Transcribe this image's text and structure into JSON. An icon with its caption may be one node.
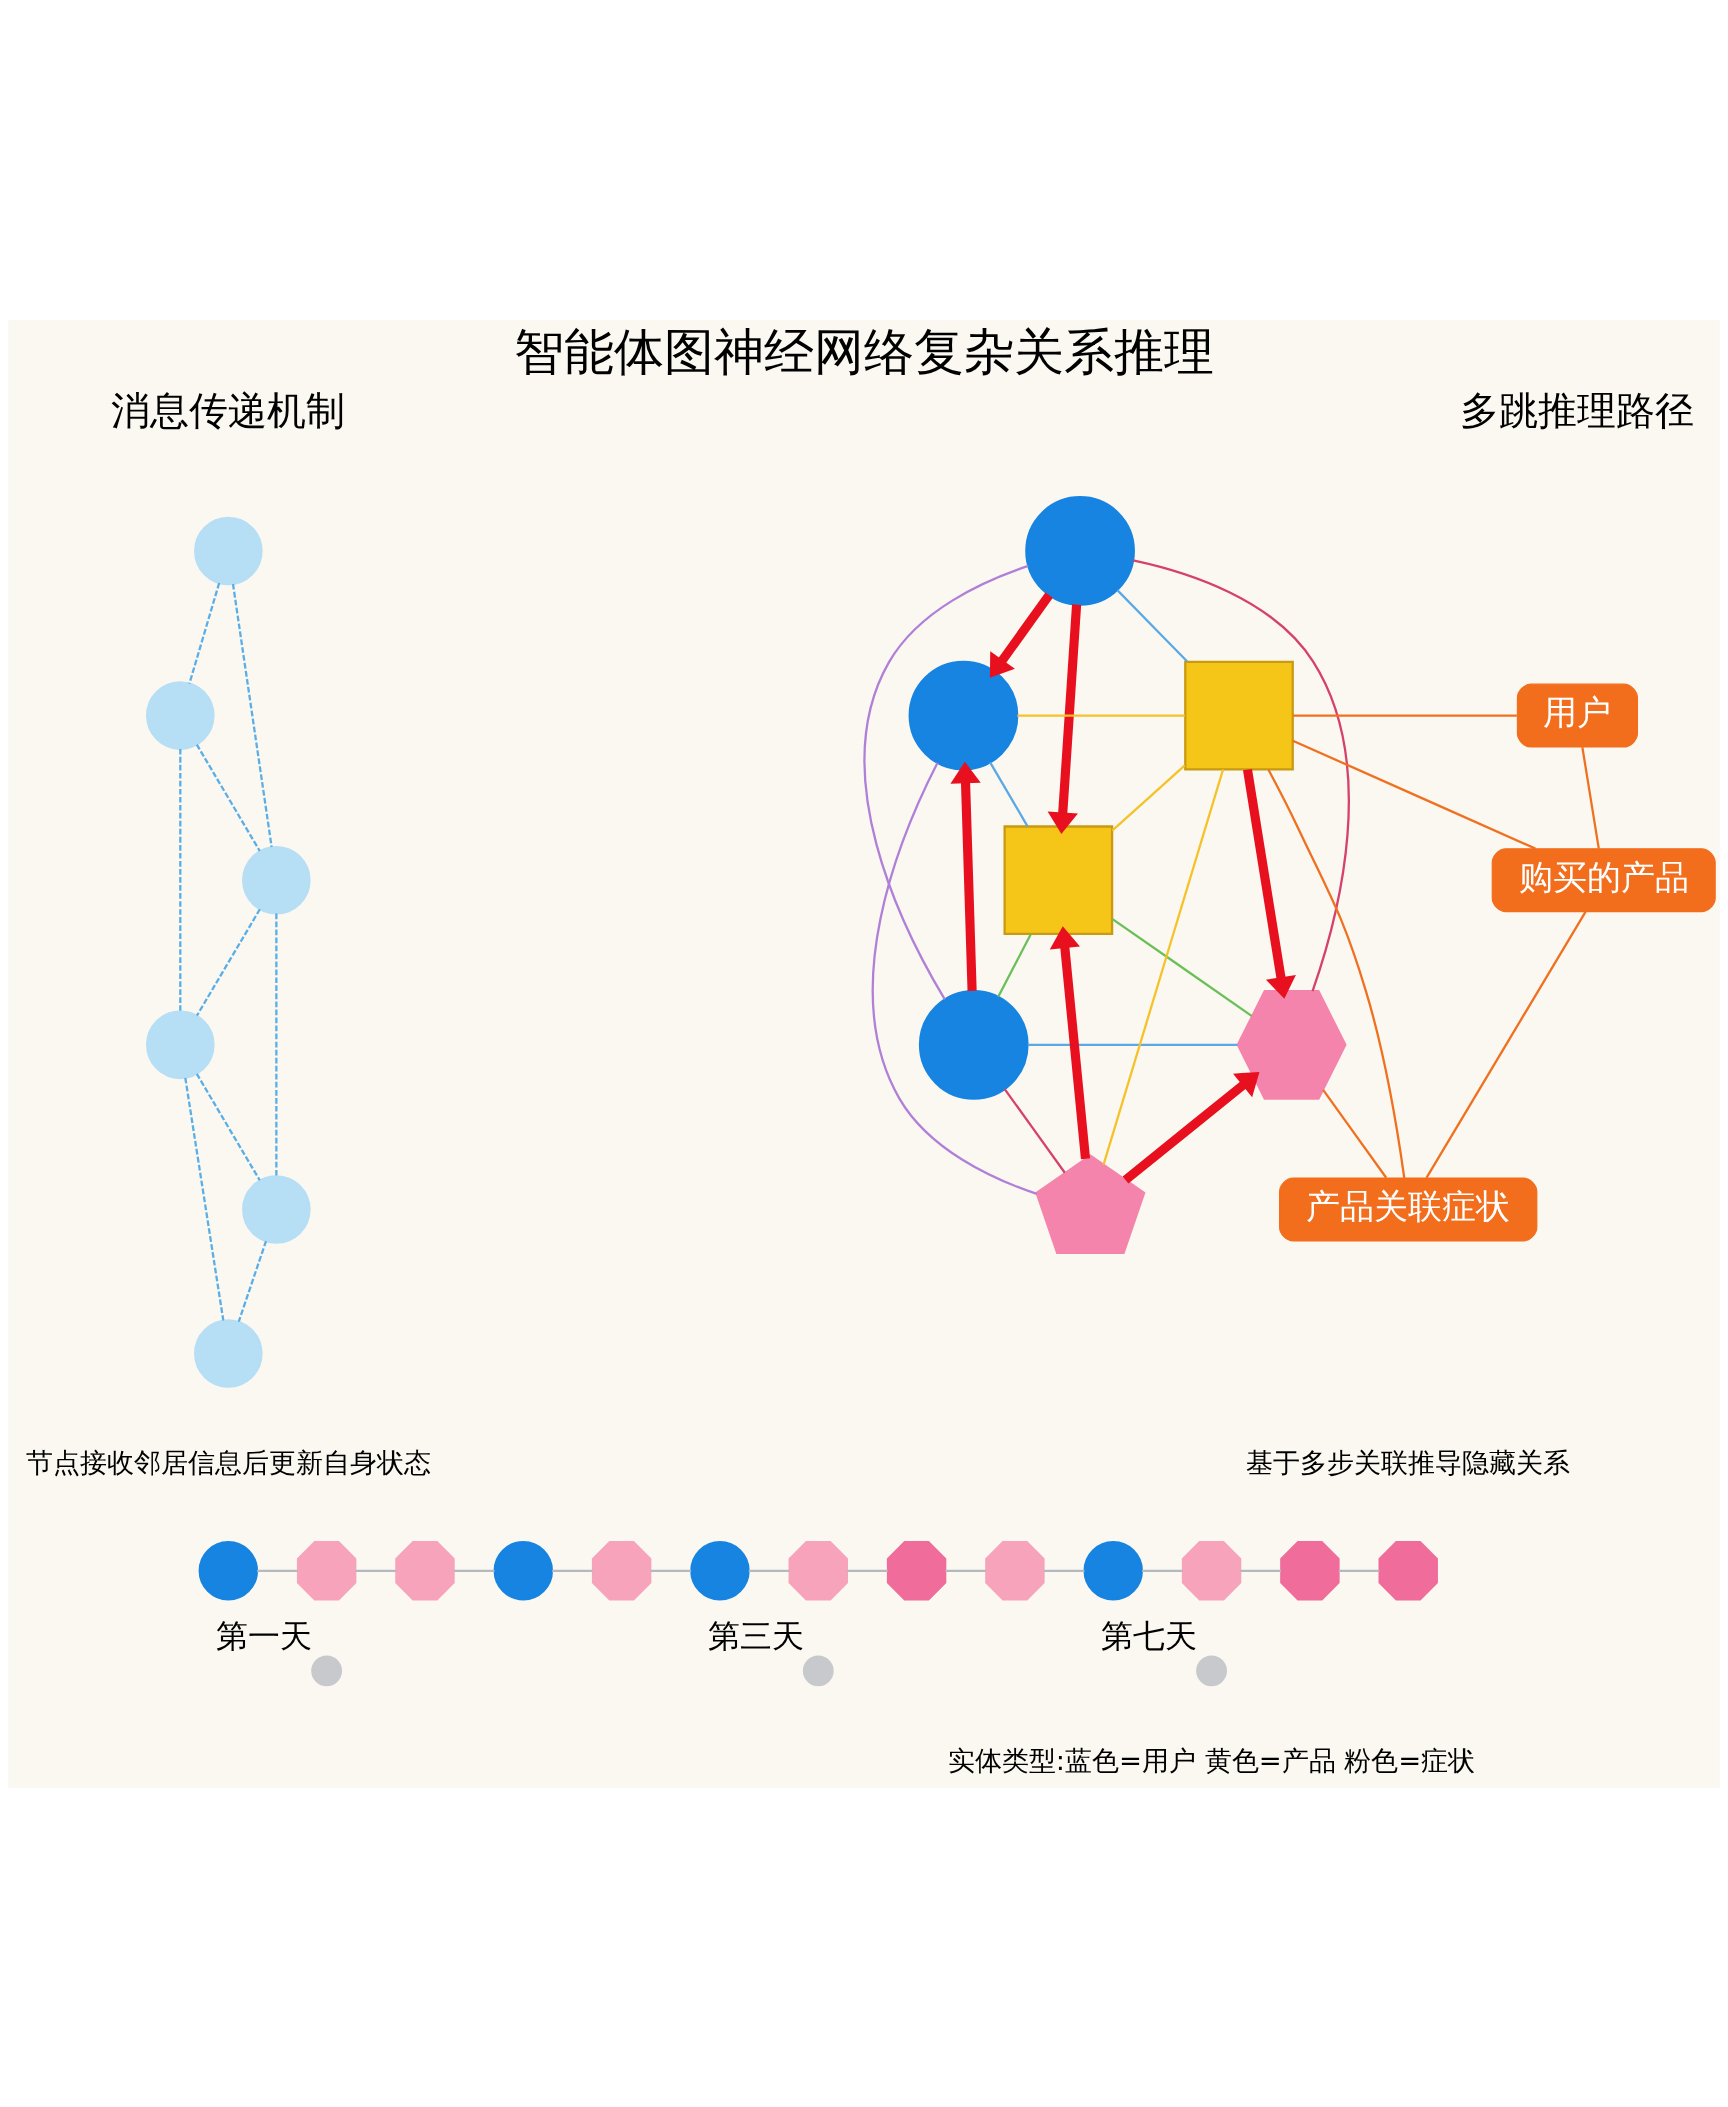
{
  "diagram": {
    "title": "智能体图神经网络复杂关系推理",
    "nodes": [
      {
        "text": [],
        "shape": "circle"
      },
      {
        "text": [],
        "shape": "circle"
      },
      {
        "text": [],
        "shape": "circle"
      },
      {
        "text": [],
        "shape": "circle"
      },
      {
        "text": [],
        "shape": "circle"
      },
      {
        "text": [],
        "shape": "circle"
      },
      {
        "text": [],
        "shape": "circle"
      },
      {
        "text": [],
        "shape": "circle"
      },
      {
        "text": [],
        "shape": "box"
      },
      {
        "text": [],
        "shape": "box"
      },
      {
        "text": [],
        "shape": "circle"
      },
      {
        "text": [],
        "shape": "hexagon"
      },
      {
        "text": [],
        "shape": "pentagon"
      },
      {
        "text": [
          "用户"
        ]
      },
      {
        "text": [
          "购买的产品"
        ]
      },
      {
        "text": [
          "产品关联症状"
        ]
      },
      {
        "text": [],
        "shape": "circle"
      },
      {
        "text": [],
        "shape": "octagon"
      },
      {
        "text": [],
        "shape": "octagon"
      },
      {
        "text": [],
        "shape": "circle"
      },
      {
        "text": [],
        "shape": "octagon"
      },
      {
        "text": [],
        "shape": "circle"
      },
      {
        "text": [],
        "shape": "octagon"
      },
      {
        "text": [],
        "shape": "octagon"
      },
      {
        "text": [],
        "shape": "octagon"
      },
      {
        "text": [],
        "shape": "circle"
      },
      {
        "text": [],
        "shape": "octagon"
      },
      {
        "text": [],
        "shape": "octagon"
      },
      {
        "text": [],
        "shape": "octagon"
      },
      {
        "text": [],
        "shape": "circle",
        "beside": [
          "第一天"
        ]
      },
      {
        "text": [],
        "shape": "circle",
        "beside": [
          "第三天"
        ]
      },
      {
        "text": [],
        "shape": "circle",
        "beside": [
          "第七天"
        ]
      }
    ],
    "edges": [
      {
        "from": 0,
        "to": 1,
        "arrow": "none",
        "style": "dashed",
        "color": "#5aaee8"
      },
      {
        "from": 0,
        "to": 2,
        "arrow": "none",
        "style": "dashed",
        "color": "#5aaee8"
      },
      {
        "from": 1,
        "to": 2,
        "arrow": "none",
        "style": "dashed",
        "color": "#5aaee8"
      },
      {
        "from": 1,
        "to": 3,
        "arrow": "none",
        "style": "dashed",
        "color": "#5aaee8"
      },
      {
        "from": 2,
        "to": 3,
        "arrow": "none",
        "style": "dashed",
        "color": "#5aaee8"
      },
      {
        "from": 2,
        "to": 4,
        "arrow": "none",
        "style": "dashed",
        "color": "#5aaee8"
      },
      {
        "from": 3,
        "to": 4,
        "arrow": "none",
        "style": "dashed",
        "color": "#5aaee8"
      },
      {
        "from": 3,
        "to": 5,
        "arrow": "none",
        "style": "dashed",
        "color": "#5aaee8"
      },
      {
        "from": 4,
        "to": 5,
        "arrow": "none",
        "style": "dashed",
        "color": "#5aaee8"
      },
      {
        "from": 6,
        "to": 7,
        "arrow": "to",
        "style": "thick",
        "color": "#e8101e"
      },
      {
        "from": 6,
        "to": 8,
        "arrow": "to",
        "style": "thick",
        "color": "#e8101e"
      },
      {
        "from": 6,
        "to": 9,
        "arrow": "none",
        "color": "#5aa9e6"
      },
      {
        "from": 6,
        "to": 10,
        "arrow": "none",
        "color": "#b07fd8"
      },
      {
        "from": 6,
        "to": 11,
        "arrow": "none",
        "color": "#d6416b"
      },
      {
        "from": 7,
        "to": 9,
        "arrow": "none",
        "color": "#f5c22a"
      },
      {
        "from": 7,
        "to": 8,
        "arrow": "none",
        "color": "#5aa9e6"
      },
      {
        "from": 7,
        "to": 12,
        "arrow": "none",
        "color": "#b07fd8"
      },
      {
        "from": 10,
        "to": 7,
        "arrow": "to",
        "style": "thick",
        "color": "#e8101e"
      },
      {
        "from": 10,
        "to": 8,
        "arrow": "none",
        "color": "#6bbf59"
      },
      {
        "from": 10,
        "to": 11,
        "arrow": "none",
        "color": "#5aa9e6"
      },
      {
        "from": 10,
        "to": 12,
        "arrow": "none",
        "color": "#d6416b"
      },
      {
        "from": 8,
        "to": 9,
        "arrow": "none",
        "color": "#f5c22a"
      },
      {
        "from": 8,
        "to": 11,
        "arrow": "none",
        "color": "#6bbf59"
      },
      {
        "from": 9,
        "to": 11,
        "arrow": "to",
        "style": "thick",
        "color": "#e8101e"
      },
      {
        "from": 12,
        "to": 8,
        "arrow": "to",
        "style": "thick",
        "color": "#e8101e"
      },
      {
        "from": 12,
        "to": 11,
        "arrow": "to",
        "style": "thick",
        "color": "#e8101e"
      },
      {
        "from": 12,
        "to": 9,
        "arrow": "none",
        "color": "#f5c22a"
      },
      {
        "from": 9,
        "to": 13,
        "arrow": "none",
        "color": "#f07020"
      },
      {
        "from": 9,
        "to": 14,
        "arrow": "none",
        "color": "#f07020"
      },
      {
        "from": 9,
        "to": 15,
        "arrow": "none",
        "color": "#f07020"
      },
      {
        "from": 11,
        "to": 15,
        "arrow": "none",
        "color": "#f07020"
      },
      {
        "from": 13,
        "to": 14,
        "arrow": "none",
        "color": "#f07020"
      },
      {
        "from": 14,
        "to": 15,
        "arrow": "none",
        "color": "#f07020"
      },
      {
        "from": 16,
        "to": 17,
        "arrow": "none"
      },
      {
        "from": 17,
        "to": 18,
        "arrow": "none"
      },
      {
        "from": 18,
        "to": 19,
        "arrow": "none"
      },
      {
        "from": 19,
        "to": 20,
        "arrow": "none"
      },
      {
        "from": 20,
        "to": 21,
        "arrow": "none"
      },
      {
        "from": 21,
        "to": 22,
        "arrow": "none"
      },
      {
        "from": 22,
        "to": 23,
        "arrow": "none"
      },
      {
        "from": 23,
        "to": 24,
        "arrow": "none"
      },
      {
        "from": 24,
        "to": 25,
        "arrow": "none"
      },
      {
        "from": 25,
        "to": 26,
        "arrow": "none"
      },
      {
        "from": 26,
        "to": 27,
        "arrow": "none"
      },
      {
        "from": 27,
        "to": 28,
        "arrow": "none"
      }
    ],
    "labels": [
      "消息传递机制",
      "多跳推理路径",
      "节点接收邻居信息后更新自身状态",
      "基于多步关联推导隐藏关系",
      "实体类型:蓝色=用户 黄色=产品 粉色=症状"
    ]
  }
}
